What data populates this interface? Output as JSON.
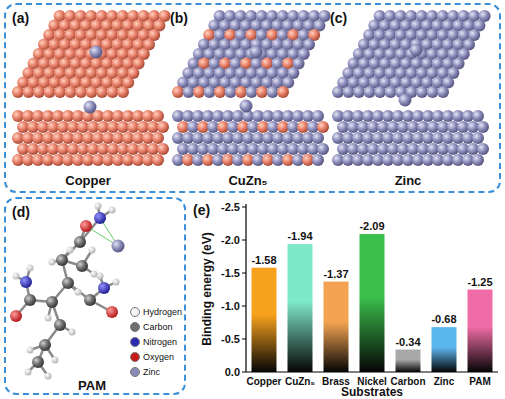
{
  "diagram": {
    "nodes": [
      {
        "text": [
          "(a)",
          "(b)",
          "(c)",
          "Copper",
          "CuZn₅",
          "Zinc"
        ]
      },
      {
        "text": [
          "(d)",
          "PAM"
        ]
      }
    ],
    "labels": [
      "(e)",
      "Binding energy (eV)",
      "-2.5",
      "-2.0",
      "-1.5",
      "-1.0",
      "-0.5",
      "0.0",
      "-1.58",
      "-1.94",
      "-1.37",
      "-2.09",
      "-0.34",
      "-0.68",
      "-1.25",
      "Copper",
      "CuZn₅",
      "Brass",
      "Nickel",
      "Carbon",
      "Zinc",
      "PAM",
      "Substrates"
    ],
    "legend": [
      {
        "text": "Hydrogen",
        "color": "#f4f4f4"
      },
      {
        "text": "Carbon",
        "color": "#6e6e6e"
      },
      {
        "text": "Nitrogen",
        "color": "#2a2ab0"
      },
      {
        "text": "Oxygen",
        "color": "#c81818"
      },
      {
        "text": "Zinc",
        "color": "#8a8ab8"
      }
    ]
  }
}
